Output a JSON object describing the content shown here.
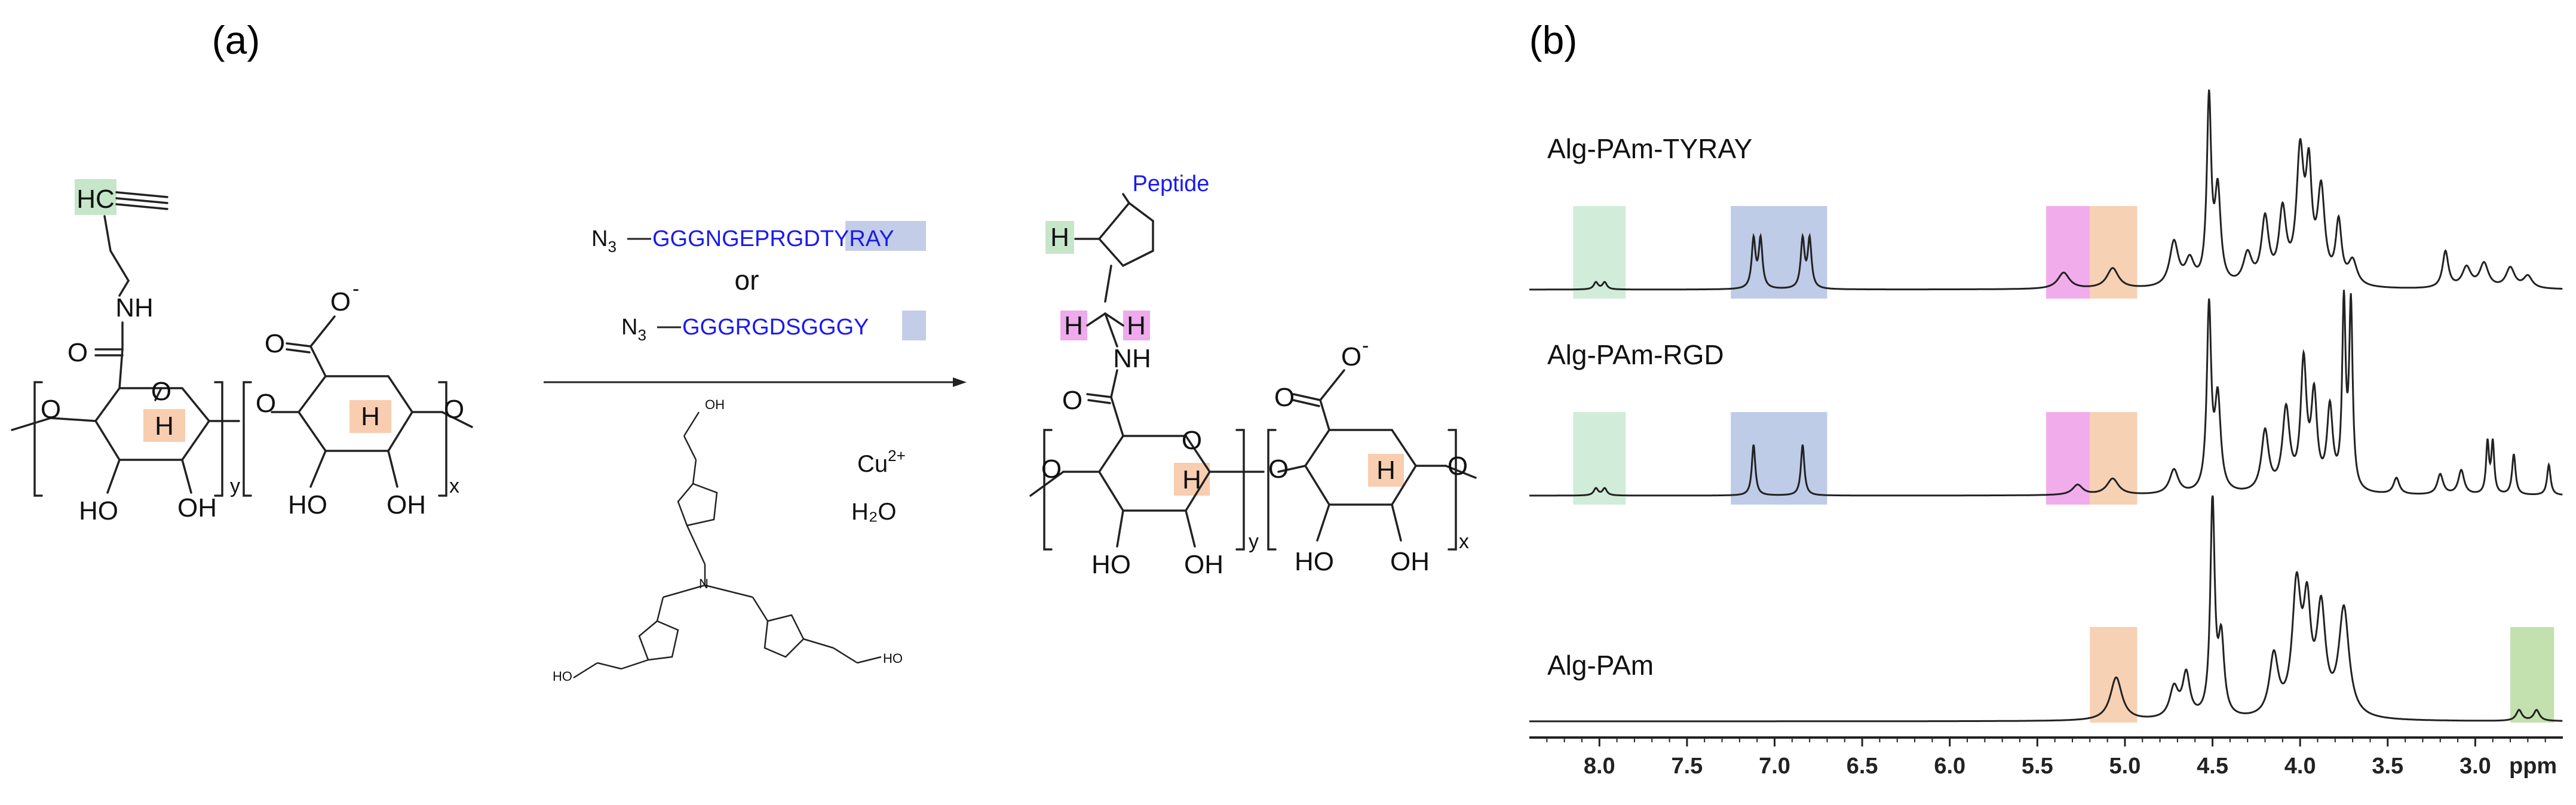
{
  "panel_a": {
    "label": "(a)",
    "reactant": {
      "alkyne_h": "HC",
      "nh": "NH",
      "o_carbonyl": "O",
      "ring1_o": "O",
      "ring1_h": "H",
      "ring1_ho": "HO",
      "ring1_oh": "OH",
      "ring2_o": "O",
      "ring2_h": "H",
      "ring2_ho": "HO",
      "ring2_oh": "OH",
      "carboxyl_o": "O",
      "carboxyl_minus": "-",
      "linker_o": "O",
      "end_o": "O",
      "sub_y": "y",
      "sub_x": "x"
    },
    "reagents": {
      "azide_1_prefix": "N",
      "azide_1_sub": "3",
      "peptide_1": "GGGNGEPRGDTYRAY",
      "or": "or",
      "azide_2_prefix": "N",
      "azide_2_sub": "3",
      "peptide_2": "GGGRGDSGGGY",
      "cu": "Cu",
      "cu_charge": "2+",
      "water": "H₂O",
      "thpta_oh": "OH",
      "thpta_ho1": "HO",
      "thpta_ho2": "HO",
      "thpta_n": "N"
    },
    "product": {
      "peptide": "Peptide",
      "triazole_h": "H",
      "ch2_h1": "H",
      "ch2_h2": "H",
      "nh": "NH",
      "o_carbonyl": "O",
      "ring1_o": "O",
      "ring1_h": "H",
      "ring1_ho": "HO",
      "ring1_oh": "OH",
      "ring2_o": "O",
      "ring2_h": "H",
      "ring2_ho": "HO",
      "ring2_oh": "OH",
      "carboxyl_o": "O",
      "carboxyl_minus": "-",
      "linker_o": "O",
      "end_o": "O",
      "sub_y": "y",
      "sub_x": "x"
    }
  },
  "panel_b": {
    "label": "(b)"
  },
  "chart_data": {
    "type": "line",
    "xlabel": "ppm",
    "x_reversed": true,
    "xlim": [
      8.4,
      2.5
    ],
    "ticks": [
      "8.0",
      "7.5",
      "7.0",
      "6.5",
      "6.0",
      "5.5",
      "5.0",
      "4.5",
      "4.0",
      "3.5",
      "3.0"
    ],
    "tick_values": [
      8.0,
      7.5,
      7.0,
      6.5,
      6.0,
      5.5,
      5.0,
      4.5,
      4.0,
      3.5,
      3.0
    ],
    "grid": false,
    "series": [
      {
        "name": "Alg-PAm-TYRAY",
        "peaks": [
          {
            "ppm": 8.02,
            "h": 0.035,
            "w": 0.015
          },
          {
            "ppm": 7.97,
            "h": 0.035,
            "w": 0.015
          },
          {
            "ppm": 7.12,
            "h": 0.24,
            "w": 0.013
          },
          {
            "ppm": 7.08,
            "h": 0.24,
            "w": 0.013
          },
          {
            "ppm": 6.84,
            "h": 0.24,
            "w": 0.013
          },
          {
            "ppm": 6.8,
            "h": 0.24,
            "w": 0.013
          },
          {
            "ppm": 5.35,
            "h": 0.08,
            "w": 0.04
          },
          {
            "ppm": 5.07,
            "h": 0.1,
            "w": 0.04
          },
          {
            "ppm": 4.72,
            "h": 0.22,
            "w": 0.03
          },
          {
            "ppm": 4.63,
            "h": 0.12,
            "w": 0.03
          },
          {
            "ppm": 4.52,
            "h": 0.9,
            "w": 0.015
          },
          {
            "ppm": 4.47,
            "h": 0.45,
            "w": 0.02
          },
          {
            "ppm": 4.3,
            "h": 0.15,
            "w": 0.03
          },
          {
            "ppm": 4.2,
            "h": 0.32,
            "w": 0.025
          },
          {
            "ppm": 4.1,
            "h": 0.35,
            "w": 0.025
          },
          {
            "ppm": 4.0,
            "h": 0.62,
            "w": 0.025
          },
          {
            "ppm": 3.95,
            "h": 0.5,
            "w": 0.02
          },
          {
            "ppm": 3.88,
            "h": 0.45,
            "w": 0.025
          },
          {
            "ppm": 3.78,
            "h": 0.3,
            "w": 0.02
          },
          {
            "ppm": 3.7,
            "h": 0.12,
            "w": 0.03
          },
          {
            "ppm": 3.17,
            "h": 0.18,
            "w": 0.02
          },
          {
            "ppm": 3.05,
            "h": 0.1,
            "w": 0.03
          },
          {
            "ppm": 2.95,
            "h": 0.12,
            "w": 0.03
          },
          {
            "ppm": 2.8,
            "h": 0.1,
            "w": 0.03
          },
          {
            "ppm": 2.7,
            "h": 0.06,
            "w": 0.03
          }
        ]
      },
      {
        "name": "Alg-PAm-RGD",
        "peaks": [
          {
            "ppm": 8.02,
            "h": 0.035,
            "w": 0.015
          },
          {
            "ppm": 7.97,
            "h": 0.035,
            "w": 0.015
          },
          {
            "ppm": 7.12,
            "h": 0.25,
            "w": 0.012
          },
          {
            "ppm": 6.84,
            "h": 0.25,
            "w": 0.012
          },
          {
            "ppm": 5.27,
            "h": 0.05,
            "w": 0.035
          },
          {
            "ppm": 5.07,
            "h": 0.08,
            "w": 0.04
          },
          {
            "ppm": 4.72,
            "h": 0.12,
            "w": 0.03
          },
          {
            "ppm": 4.52,
            "h": 0.9,
            "w": 0.015
          },
          {
            "ppm": 4.47,
            "h": 0.45,
            "w": 0.02
          },
          {
            "ppm": 4.2,
            "h": 0.3,
            "w": 0.025
          },
          {
            "ppm": 4.08,
            "h": 0.4,
            "w": 0.025
          },
          {
            "ppm": 3.98,
            "h": 0.62,
            "w": 0.02
          },
          {
            "ppm": 3.92,
            "h": 0.45,
            "w": 0.02
          },
          {
            "ppm": 3.83,
            "h": 0.4,
            "w": 0.02
          },
          {
            "ppm": 3.75,
            "h": 0.9,
            "w": 0.012
          },
          {
            "ppm": 3.71,
            "h": 0.9,
            "w": 0.012
          },
          {
            "ppm": 3.45,
            "h": 0.08,
            "w": 0.02
          },
          {
            "ppm": 3.2,
            "h": 0.1,
            "w": 0.02
          },
          {
            "ppm": 3.08,
            "h": 0.12,
            "w": 0.02
          },
          {
            "ppm": 2.93,
            "h": 0.25,
            "w": 0.01
          },
          {
            "ppm": 2.9,
            "h": 0.25,
            "w": 0.01
          },
          {
            "ppm": 2.78,
            "h": 0.2,
            "w": 0.012
          },
          {
            "ppm": 2.58,
            "h": 0.15,
            "w": 0.012
          }
        ]
      },
      {
        "name": "Alg-PAm",
        "peaks": [
          {
            "ppm": 5.05,
            "h": 0.2,
            "w": 0.04
          },
          {
            "ppm": 4.72,
            "h": 0.14,
            "w": 0.03
          },
          {
            "ppm": 4.65,
            "h": 0.2,
            "w": 0.025
          },
          {
            "ppm": 4.5,
            "h": 1.0,
            "w": 0.015
          },
          {
            "ppm": 4.45,
            "h": 0.35,
            "w": 0.02
          },
          {
            "ppm": 4.15,
            "h": 0.28,
            "w": 0.03
          },
          {
            "ppm": 4.02,
            "h": 0.58,
            "w": 0.03
          },
          {
            "ppm": 3.96,
            "h": 0.45,
            "w": 0.025
          },
          {
            "ppm": 3.88,
            "h": 0.48,
            "w": 0.03
          },
          {
            "ppm": 3.75,
            "h": 0.5,
            "w": 0.035
          },
          {
            "ppm": 2.75,
            "h": 0.05,
            "w": 0.02
          },
          {
            "ppm": 2.65,
            "h": 0.05,
            "w": 0.02
          }
        ]
      }
    ],
    "highlights": [
      {
        "series": "Alg-PAm-TYRAY",
        "from": 8.15,
        "to": 7.85,
        "color": "#c9ead3"
      },
      {
        "series": "Alg-PAm-TYRAY",
        "from": 7.25,
        "to": 6.7,
        "color": "#b4c3e4"
      },
      {
        "series": "Alg-PAm-TYRAY",
        "from": 5.45,
        "to": 5.2,
        "color": "#ef9fe7"
      },
      {
        "series": "Alg-PAm-TYRAY",
        "from": 5.2,
        "to": 4.93,
        "color": "#f5c9a6"
      },
      {
        "series": "Alg-PAm-RGD",
        "from": 8.15,
        "to": 7.85,
        "color": "#c9ead3"
      },
      {
        "series": "Alg-PAm-RGD",
        "from": 7.25,
        "to": 6.7,
        "color": "#b4c3e4"
      },
      {
        "series": "Alg-PAm-RGD",
        "from": 5.45,
        "to": 5.2,
        "color": "#ef9fe7"
      },
      {
        "series": "Alg-PAm-RGD",
        "from": 5.2,
        "to": 4.93,
        "color": "#f5c9a6"
      },
      {
        "series": "Alg-PAm",
        "from": 5.2,
        "to": 4.93,
        "color": "#f5c9a6"
      },
      {
        "series": "Alg-PAm",
        "from": 2.8,
        "to": 2.55,
        "color": "#b8dba1"
      }
    ]
  },
  "colors": {
    "green": "#c6e6c9",
    "blue": "#c3cde8",
    "pink": "#eeaaec",
    "orange": "#f8cdb0",
    "peptide_text": "#1a1aee",
    "line": "#222222"
  }
}
